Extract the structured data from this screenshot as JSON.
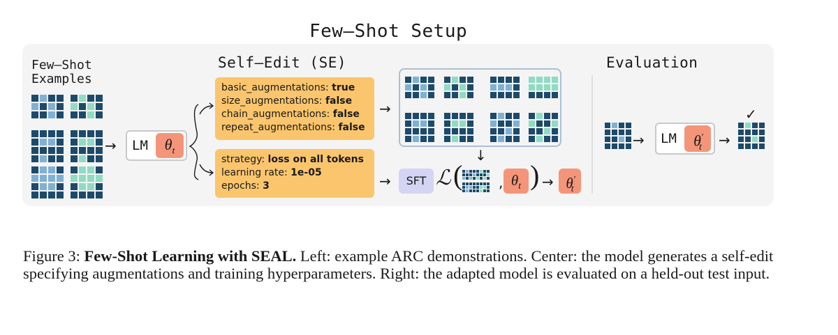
{
  "setup_title": "Few–Shot Setup",
  "few_shot_label": [
    "Few–Shot",
    "Examples"
  ],
  "self_edit_label": "Self–Edit (SE)",
  "evaluation_label": "Evaluation",
  "lm_label": "LM",
  "theta_t": "θ",
  "theta_sub": "t",
  "theta_prime_sup": "′",
  "arrow": "→",
  "down_arrow": "↓",
  "augmentation_config": [
    {
      "key": "basic_augmentations:",
      "value": "true"
    },
    {
      "key": "size_augmentations:",
      "value": "false"
    },
    {
      "key": "chain_augmentations:",
      "value": "false"
    },
    {
      "key": "repeat_augmentations:",
      "value": "false"
    }
  ],
  "training_config": [
    {
      "key": "strategy:",
      "value": "loss on all tokens"
    },
    {
      "key": "learning rate:",
      "value": "1e-05"
    },
    {
      "key": "epochs:",
      "value": "3"
    }
  ],
  "sft_label": "SFT",
  "loss_symbol": "ℒ",
  "comma": ",",
  "checkmark": "✓",
  "colors": {
    "navy": "#1d4a6b",
    "light_blue": "#7fb1d6",
    "teal": "#8fdcc2",
    "yellow": "#fac56c",
    "salmon": "#f4957a",
    "lavender": "#d4d4f4",
    "panel": "#f4f4f4"
  },
  "caption": {
    "prefix": "Figure 3: ",
    "bold": "Few-Shot Learning with SEAL.",
    "rest": " Left: example ARC demonstrations. Center: the model generates a self-edit specifying augmentations and training hyperparameters. Right: the adapted model is evaluated on a held-out test input."
  }
}
